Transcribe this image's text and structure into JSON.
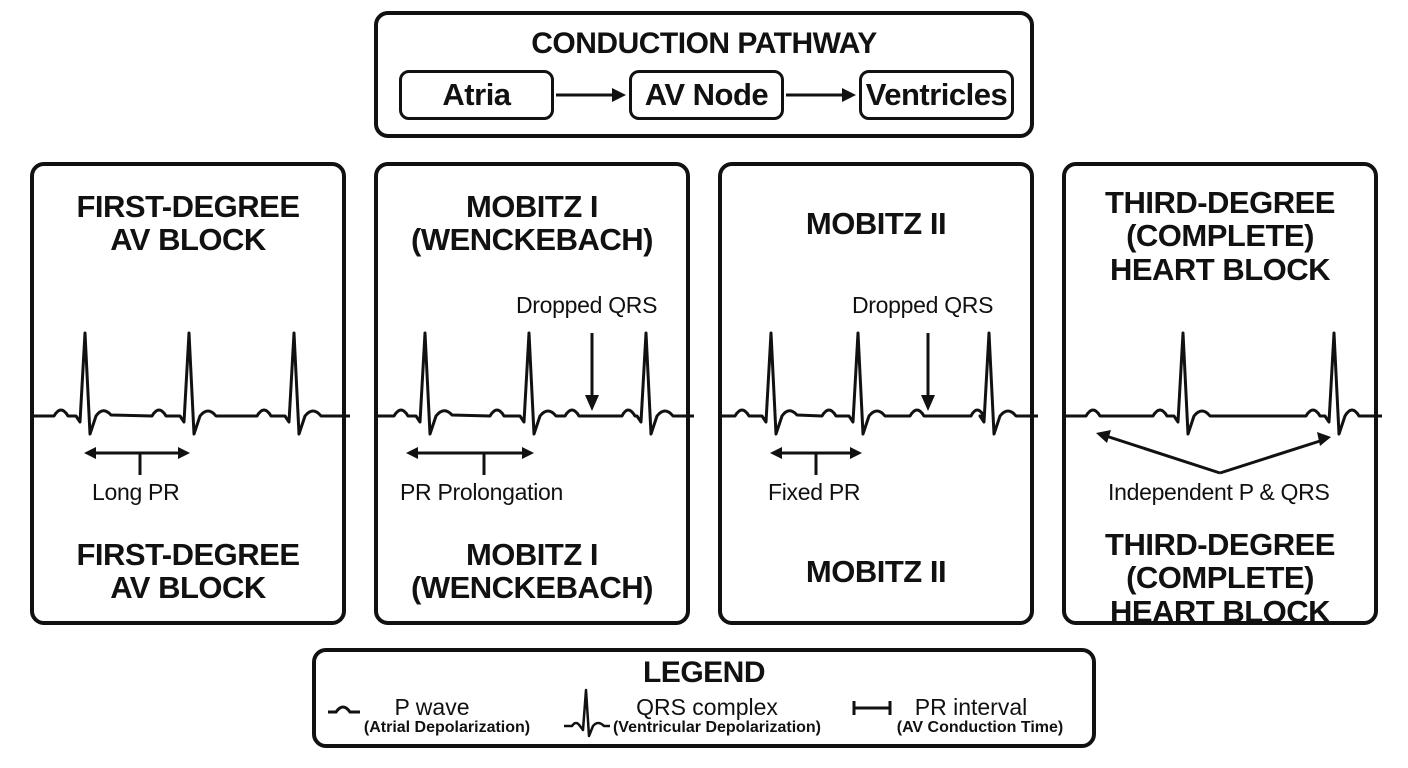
{
  "pathway": {
    "title": "CONDUCTION PATHWAY",
    "nodes": [
      "Atria",
      "AV Node",
      "Ventricles"
    ]
  },
  "panels": [
    {
      "title": [
        "FIRST-DEGREE",
        "AV BLOCK"
      ],
      "bottom_title": [
        "FIRST-DEGREE",
        "AV BLOCK"
      ],
      "annotation": "Long PR"
    },
    {
      "title": [
        "MOBITZ I",
        "(WENCKEBACH)"
      ],
      "bottom_title": [
        "MOBITZ I",
        "(WENCKEBACH)"
      ],
      "annotation": "PR Prolongation",
      "dropped_label": "Dropped QRS"
    },
    {
      "title": [
        "MOBITZ II"
      ],
      "bottom_title": [
        "MOBITZ II"
      ],
      "annotation": "Fixed PR",
      "dropped_label": "Dropped QRS"
    },
    {
      "title": [
        "THIRD-DEGREE",
        "(COMPLETE)",
        "HEART BLOCK"
      ],
      "bottom_title": [
        "THIRD-DEGREE",
        "(COMPLETE)",
        "HEART BLOCK"
      ],
      "annotation": "Independent P & QRS"
    }
  ],
  "legend": {
    "title": "LEGEND",
    "items": [
      {
        "icon": "p-wave-icon",
        "name": "P wave",
        "desc": "(Atrial Depolarization)"
      },
      {
        "icon": "qrs-complex-icon",
        "name": "QRS complex",
        "desc": "(Ventricular Depolarization)"
      },
      {
        "icon": "pr-interval-icon",
        "name": "PR interval",
        "desc": "(AV Conduction Time)"
      }
    ]
  }
}
